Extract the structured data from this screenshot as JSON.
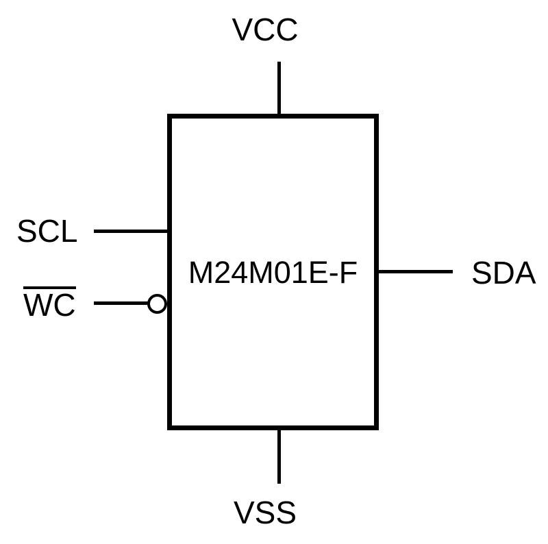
{
  "chip": {
    "label": "M24M01E-F"
  },
  "pins": {
    "vcc": {
      "label": "VCC",
      "side": "top"
    },
    "scl": {
      "label": "SCL",
      "side": "left"
    },
    "wc": {
      "label": "WC",
      "side": "left",
      "active_low": true
    },
    "sda": {
      "label": "SDA",
      "side": "right"
    },
    "vss": {
      "label": "VSS",
      "side": "bottom"
    }
  },
  "colors": {
    "line": "#000000",
    "text": "#000000",
    "background": "#ffffff"
  }
}
